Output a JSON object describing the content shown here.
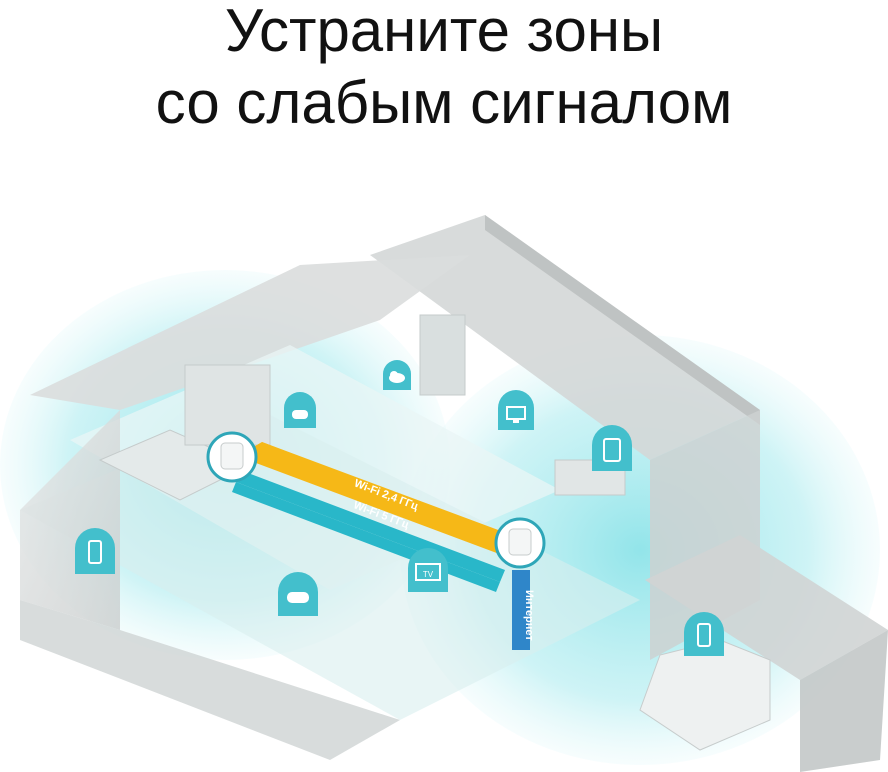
{
  "heading": {
    "line1": "Устраните зоны",
    "line2": "со слабым сигналом"
  },
  "links": {
    "band_24": "Wi-Fi 2,4 ГГц",
    "band_5": "Wi-Fi 5 ГГц",
    "uplink": "Интернет"
  },
  "device_badges": {
    "tv": "TV"
  },
  "colors": {
    "coverage": "#8fe3e8",
    "band_24": "#f6b817",
    "band_5": "#29b7c9",
    "uplink": "#2f86c9",
    "badge": "#43bfcc",
    "house": "#d8dcdc"
  },
  "icons": [
    "cloud-icon",
    "gamepad-icon",
    "desktop-icon",
    "tablet-icon",
    "phone-icon",
    "tv-icon",
    "gamepad-icon",
    "phone-icon"
  ]
}
